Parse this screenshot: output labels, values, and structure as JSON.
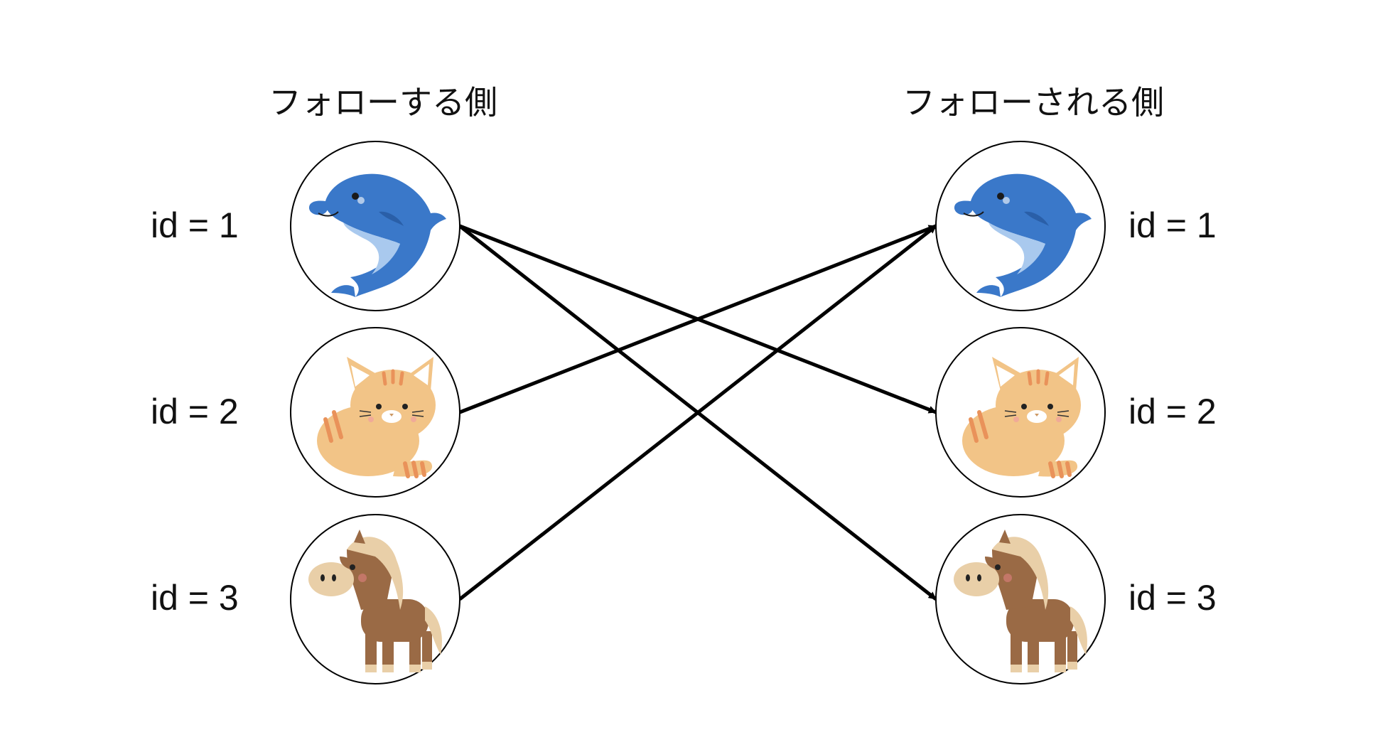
{
  "left_title": "フォローする側",
  "right_title": "フォローされる側",
  "nodes": [
    {
      "id_label": "id = 1",
      "animal": "dolphin-icon"
    },
    {
      "id_label": "id = 2",
      "animal": "cat-icon"
    },
    {
      "id_label": "id = 3",
      "animal": "horse-icon"
    }
  ],
  "edges": [
    {
      "from": 1,
      "to": 2
    },
    {
      "from": 1,
      "to": 3
    },
    {
      "from": 2,
      "to": 1
    },
    {
      "from": 3,
      "to": 1
    }
  ],
  "colors": {
    "dolphin": "#3a78c9",
    "dolphin_belly": "#a9c9ee",
    "cat": "#f2c487",
    "cat_stripe": "#e9925a",
    "horse": "#9a6a45",
    "horse_mane": "#e9cfa8",
    "arrow": "#000000"
  }
}
